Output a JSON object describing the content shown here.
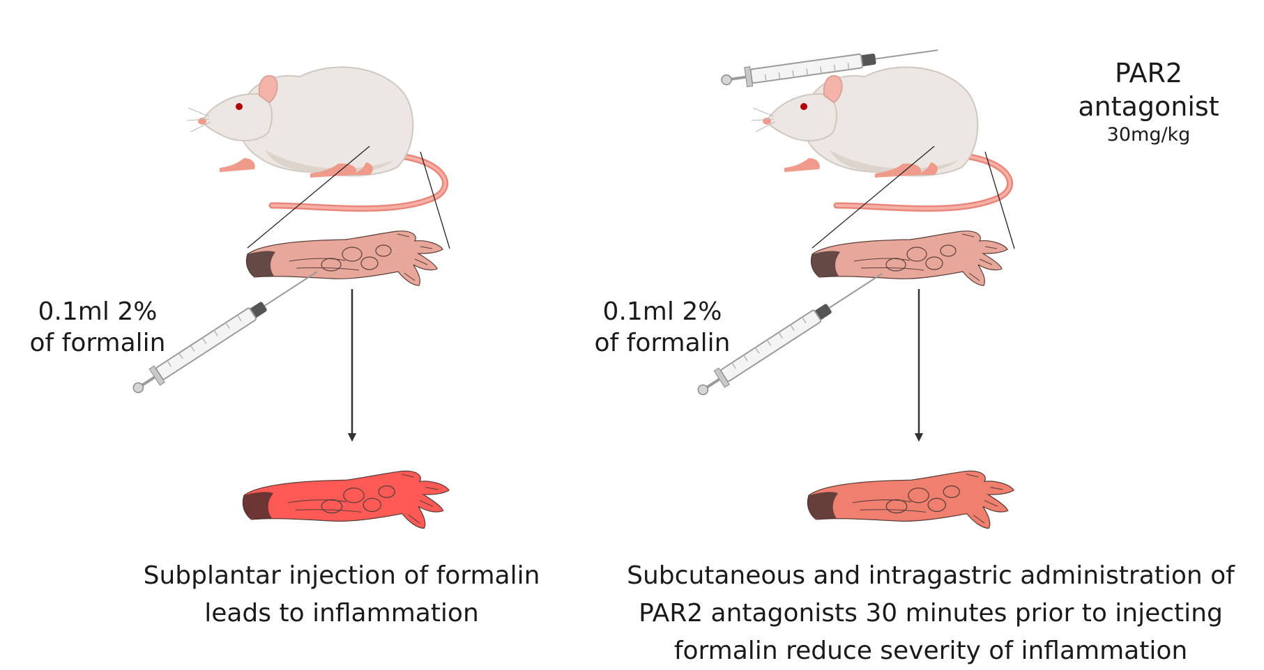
{
  "left_panel": {
    "injection_label_line1": "0.1ml 2%",
    "injection_label_line2": "of formalin",
    "caption_line1": "Subplantar injection of formalin",
    "caption_line2": "leads to inflammation"
  },
  "right_panel": {
    "injection_label_line1": "0.1ml 2%",
    "injection_label_line2": "of formalin",
    "drug_name": "PAR2 antagonist",
    "drug_dose": "30mg/kg",
    "caption_line1": "Subcutaneous and intragastric administration of",
    "caption_line2": "PAR2 antagonists 30 minutes prior to injecting",
    "caption_line3": "formalin reduce severity of inflammation"
  },
  "colors": {
    "rat_body": "#ece7e3",
    "rat_pink": "#f09a8c",
    "paw_normal": "#e7a79b",
    "paw_inflamed_severe": "#ff5a55",
    "paw_inflamed_mild": "#ef7f6f",
    "arrow": "#333333"
  }
}
